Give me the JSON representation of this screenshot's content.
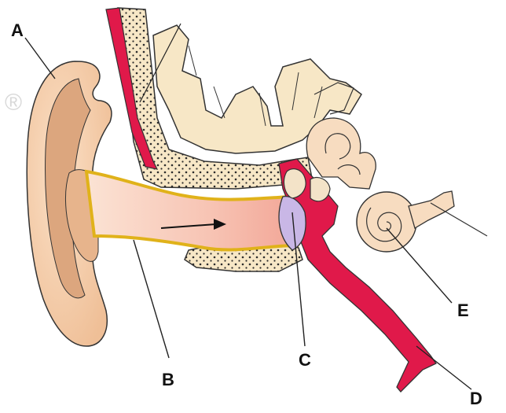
{
  "diagram": {
    "labels": {
      "a": "A",
      "b": "B",
      "c": "C",
      "d": "D",
      "e": "E"
    },
    "watermark": "®"
  },
  "colors": {
    "skin": "#f4c9a1",
    "skin_dark": "#d9a27a",
    "canal_inner": "#f6b8a8",
    "canal_border": "#e0b21a",
    "bone": "#f7e7c6",
    "bone_dots": "#2b2b2b",
    "tissue_red": "#e0194a",
    "eardrum": "#c9b7e6",
    "outline": "#333333"
  }
}
